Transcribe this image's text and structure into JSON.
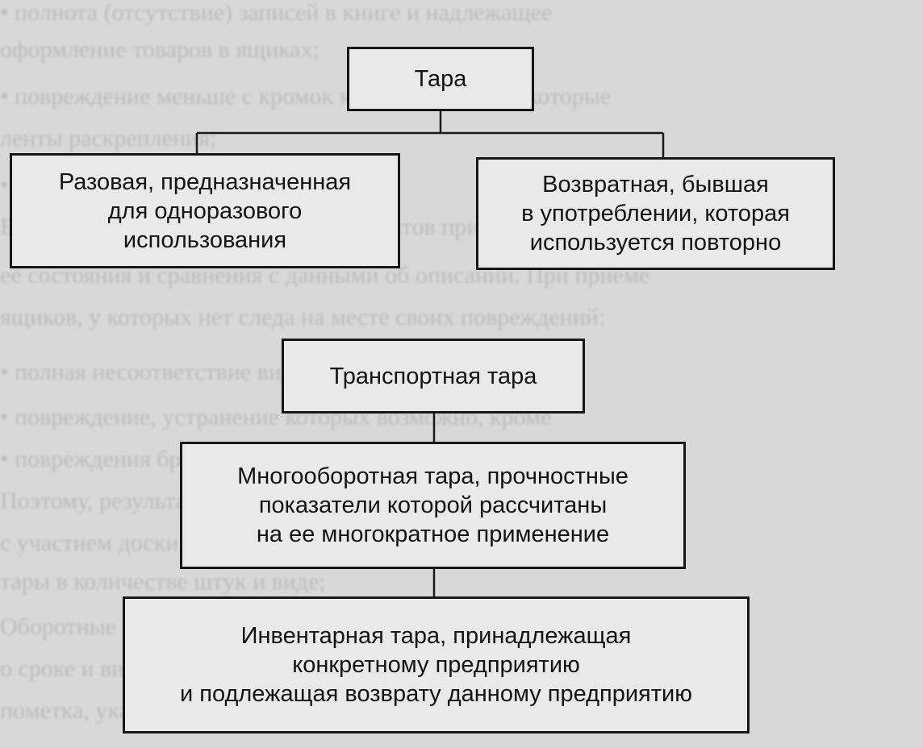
{
  "background_text": [
    "• полнота (отсутствие) записей в книге и надлежащее",
    "  оформление товаров в ящиках;",
    "• повреждение меньше с кромок коробки и грузов, которые",
    "  ленты раскрепления;",
    "• наличие пломб и знаков;",
    "Возвратная тара принимается от клиентов при проверке",
    "её состояния и сравнения с данными об описании. При приёме",
    "ящиков, у которых нет следа на месте своих повреждений:",
    "• полная несоответствие вида тары;",
    "• повреждение, устранение которых возможно, кроме",
    "• повреждения брусьев;",
    "Поэтому, результаты осмотра тары, более чем три (3)",
    "с участием доски, отмечаются в акте, где его детали",
    "тары в количестве штук и виде;",
    "Оборотные ящики должны иметь маркировку с пометками",
    "о сроке и виде использования, исправность ящиков (и",
    "пометка, указание на тип материала"
  ],
  "diagram": {
    "root": "Тара",
    "branch_left": "Разовая,  предназначенная\nдля одноразового\nиспользования",
    "branch_right": "Возвратная,  бывшая\nв употреблении,  которая\nиспользуется повторно",
    "chain": [
      "Транспортная тара",
      "Многооборотная тара,  прочностные\nпоказатели которой рассчитаны\nна ее многократное применение",
      "Инвентарная тара,  принадлежащая\nконкретному предприятию\nи подлежащая возврату данному предприятию"
    ]
  }
}
